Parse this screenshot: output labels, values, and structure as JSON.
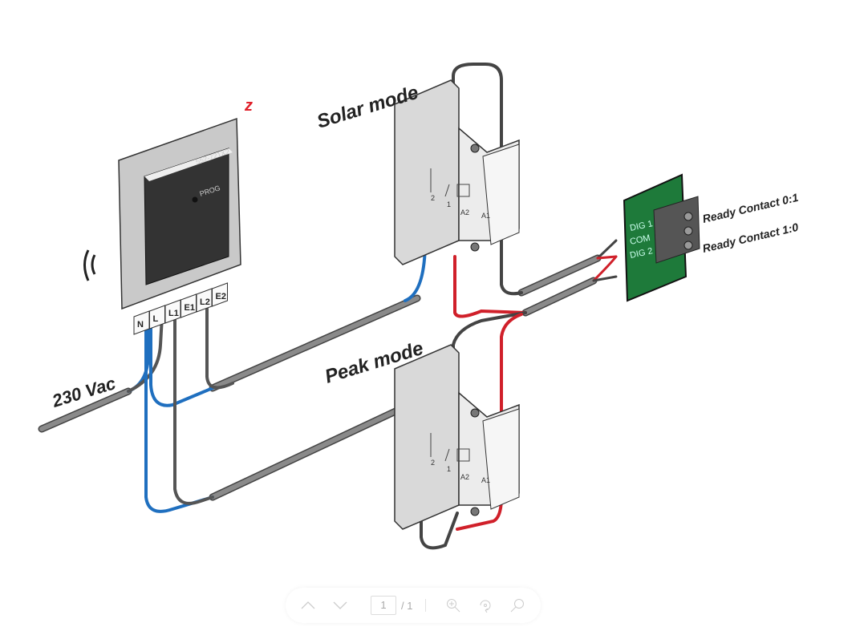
{
  "diagram": {
    "labels": {
      "solar_mode": "Solar mode",
      "peak_mode": "Peak mode",
      "supply": "230 Vac",
      "ready_contact_01": "Ready Contact 0:1",
      "ready_contact_10": "Ready Contact 1:0"
    },
    "terminals": [
      "N",
      "L",
      "L1",
      "E1",
      "L2",
      "E2"
    ],
    "board_pins": [
      "DIG 1",
      "COM",
      "DIG 2"
    ],
    "device": {
      "model": "552-721X2",
      "button": "PROG"
    },
    "contactor_terminals": {
      "t1": "1",
      "t2": "2",
      "a1": "A1",
      "a2": "A2"
    },
    "colors": {
      "blue_wire": "#1f6fbf",
      "red_wire": "#d0202a",
      "grey_cable": "#5f5f5f",
      "board": "#1e7a3a",
      "brand": "#e0202a"
    }
  },
  "toolbar": {
    "page_current": "1",
    "page_total": "/ 1",
    "icons": [
      "chevron-up-icon",
      "chevron-down-icon",
      "zoom-in-icon",
      "rotate-icon",
      "search-icon"
    ]
  }
}
